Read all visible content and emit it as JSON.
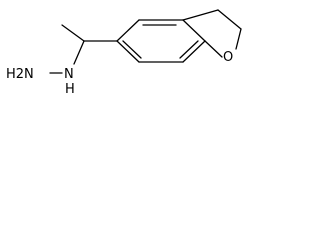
{
  "diagram": {
    "type": "chemical-structure",
    "atom_labels": {
      "amine": "H2N",
      "amine_nh": "N",
      "amine_h": "H",
      "oxygen": "O"
    },
    "colors": {
      "background": "#ffffff",
      "bond": "#000000",
      "label": "#000000"
    }
  }
}
